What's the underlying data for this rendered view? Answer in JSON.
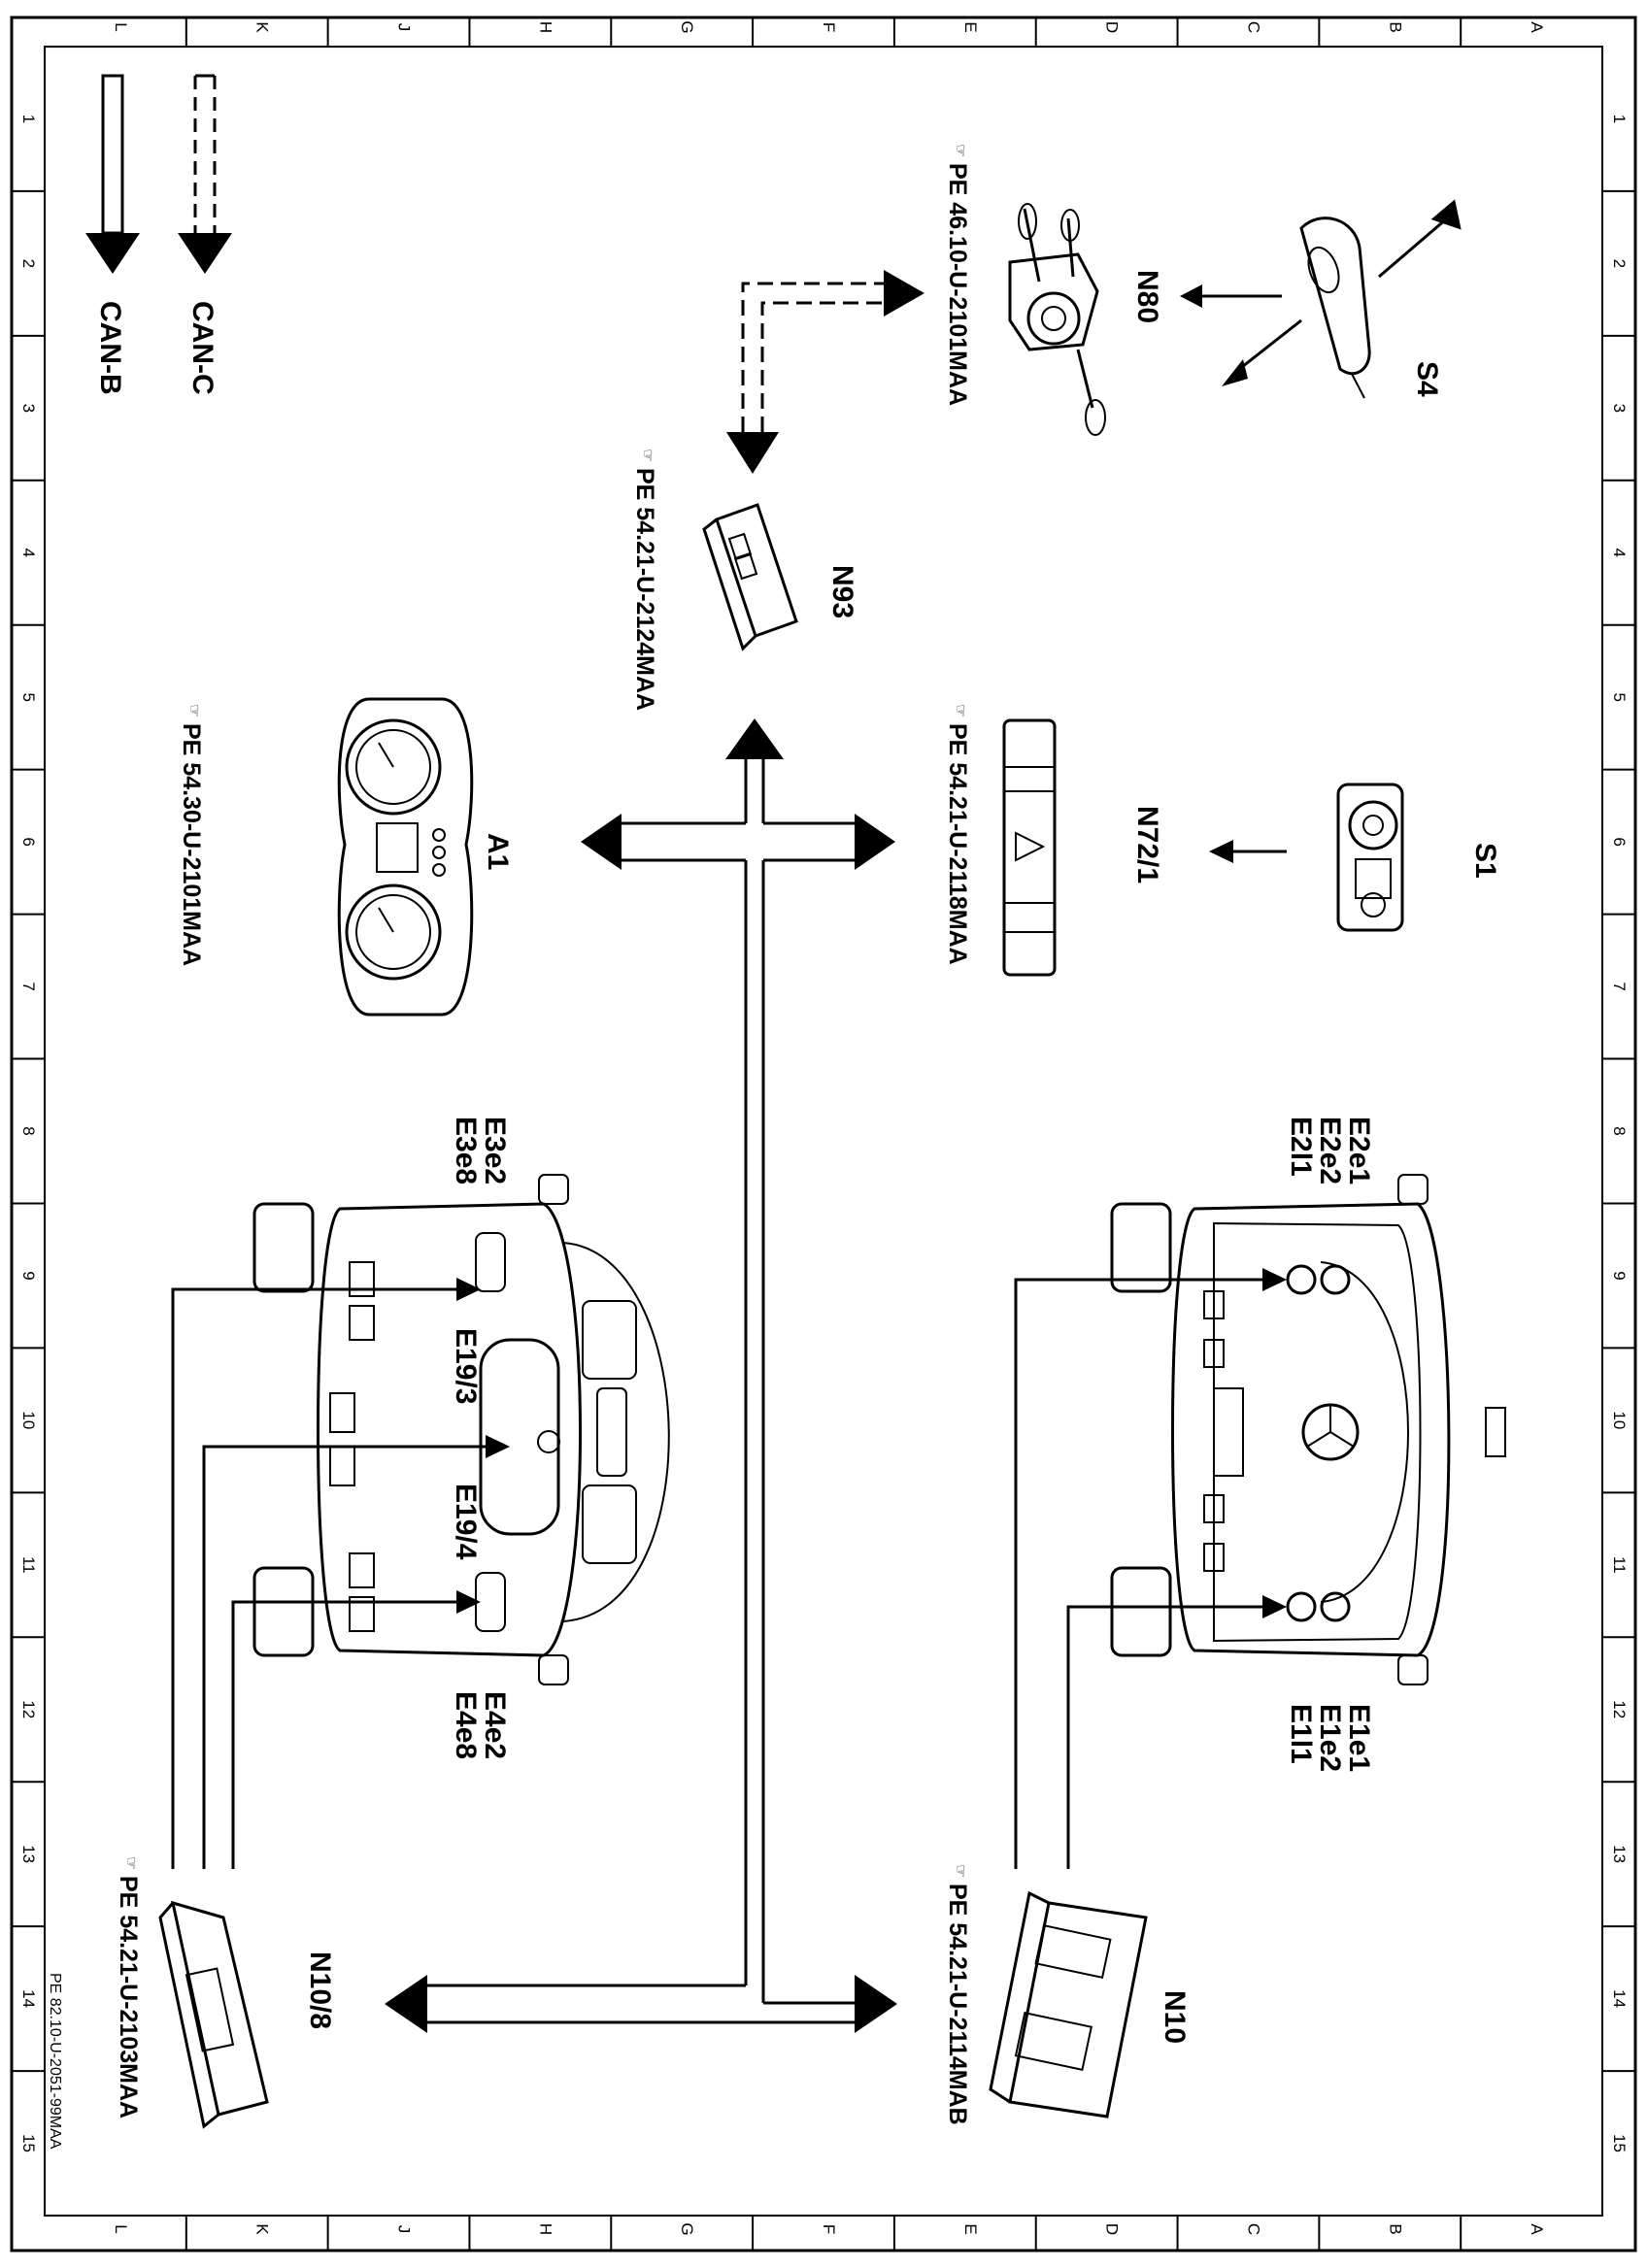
{
  "legend": {
    "can_c": "CAN-C",
    "can_b": "CAN-B"
  },
  "grid": {
    "letters": [
      "L",
      "K",
      "J",
      "H",
      "G",
      "F",
      "E",
      "D",
      "C",
      "B",
      "A"
    ],
    "numbers": [
      "1",
      "2",
      "3",
      "4",
      "5",
      "6",
      "7",
      "8",
      "9",
      "10",
      "11",
      "12",
      "13",
      "14",
      "15"
    ]
  },
  "components": {
    "s4": {
      "label": "S4"
    },
    "n80": {
      "label": "N80",
      "ref": "PE 46.10-U-2101MAA"
    },
    "n93": {
      "label": "N93",
      "ref": "PE 54.21-U-2124MAA"
    },
    "s1": {
      "label": "S1"
    },
    "n72_1": {
      "label": "N72/1",
      "ref": "PE 54.21-U-2118MAA"
    },
    "a1": {
      "label": "A1",
      "ref": "PE 54.30-U-2101MAA"
    },
    "n10": {
      "label": "N10",
      "ref": "PE 54.21-U-2114MAB"
    },
    "n10_8": {
      "label": "N10/8",
      "ref": "PE 54.21-U-2103MAA"
    }
  },
  "front_lights": {
    "upper": [
      "E2e1",
      "E2e2",
      "E2l1"
    ],
    "lower": [
      "E1e1",
      "E1e2",
      "E1l1"
    ]
  },
  "rear_lights": {
    "upper": [
      "E3e2",
      "E3e8"
    ],
    "lower": [
      "E4e2",
      "E4e8"
    ],
    "e19_3": "E19/3",
    "e19_4": "E19/4"
  },
  "drawing_number": "PE 82.10-U-2051-99MAA"
}
